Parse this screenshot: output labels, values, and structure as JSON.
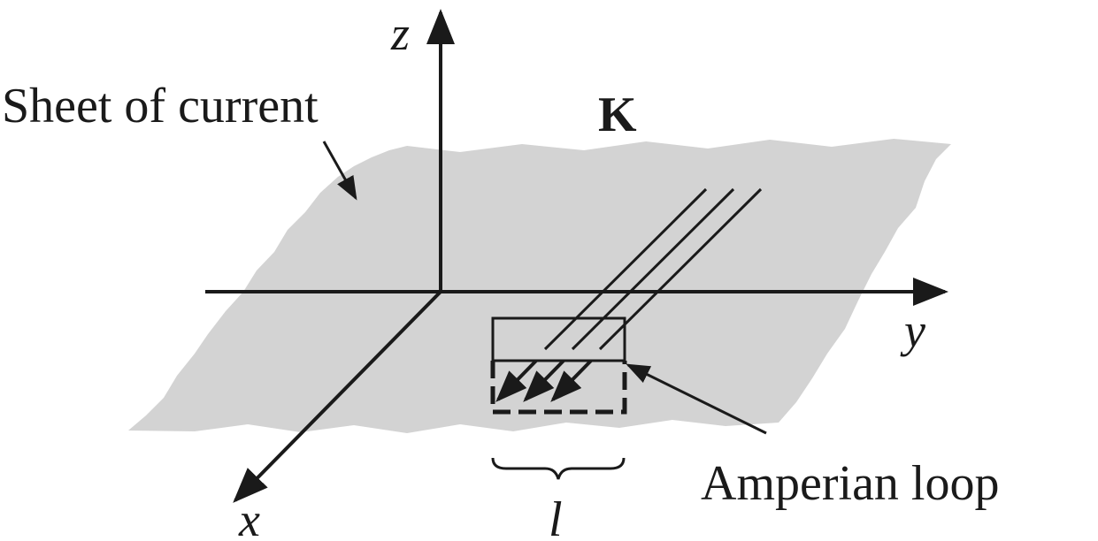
{
  "labels": {
    "z_axis": "z",
    "y_axis": "y",
    "x_axis": "x",
    "sheet": "Sheet of current",
    "k_vector": "K",
    "loop": "Amperian loop",
    "length": "l"
  },
  "colors": {
    "sheet_fill": "#d3d3d3",
    "ink": "#1a1a1a",
    "background": "#ffffff"
  }
}
